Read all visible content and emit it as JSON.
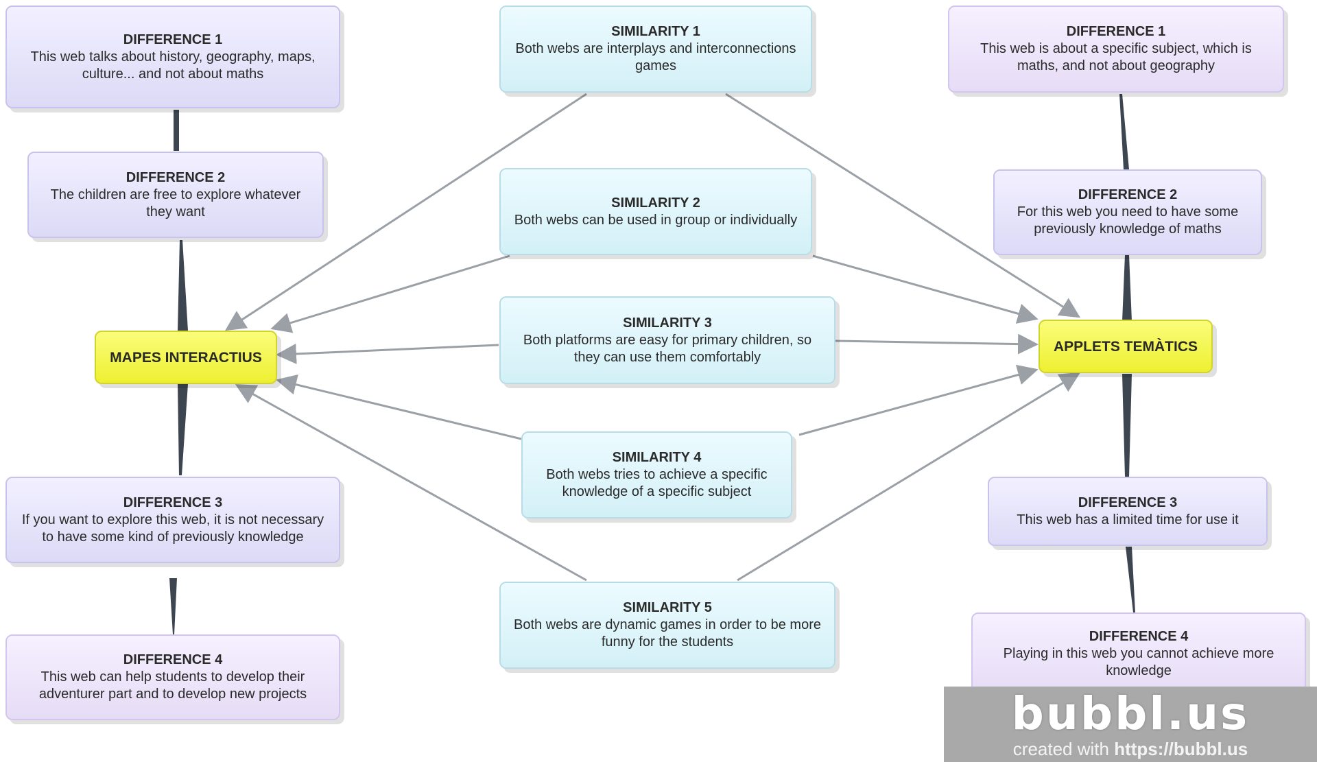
{
  "left_hub": "MAPES INTERACTIUS",
  "right_hub": "APPLETS TEMÀTICS",
  "left_differences": [
    {
      "title": "DIFFERENCE 1",
      "text": "This web talks about history, geography, maps, culture... and not about maths"
    },
    {
      "title": "DIFFERENCE 2",
      "text": "The children are free to explore whatever they want"
    },
    {
      "title": "DIFFERENCE 3",
      "text": "If you want to explore this web,  it is not necessary to have some kind of previously knowledge"
    },
    {
      "title": "DIFFERENCE 4",
      "text": "This web can help students to develop their adventurer part and to develop new projects"
    }
  ],
  "similarities": [
    {
      "title": "SIMILARITY 1",
      "text": "Both webs are interplays and interconnections games"
    },
    {
      "title": "SIMILARITY 2",
      "text": "Both webs can be used in group or individually"
    },
    {
      "title": "SIMILARITY 3",
      "text": "Both platforms are easy for primary children, so they can use them comfortably"
    },
    {
      "title": "SIMILARITY 4",
      "text": "Both webs tries to achieve a specific knowledge of a specific subject"
    },
    {
      "title": "SIMILARITY 5",
      "text": "Both webs are dynamic games in order to be more funny for the students"
    }
  ],
  "right_differences": [
    {
      "title": "DIFFERENCE 1",
      "text": "This web is about a specific subject, which is maths, and not about geography"
    },
    {
      "title": "DIFFERENCE 2",
      "text": "For this web you need to have some previously knowledge of maths"
    },
    {
      "title": "DIFFERENCE 3",
      "text": "This web has a limited time for use it"
    },
    {
      "title": "DIFFERENCE 4",
      "text": "Playing in this web you cannot achieve more knowledge"
    }
  ],
  "watermark": {
    "logo": "bubbl.us",
    "prefix": "created with",
    "url": "https://bubbl.us"
  }
}
